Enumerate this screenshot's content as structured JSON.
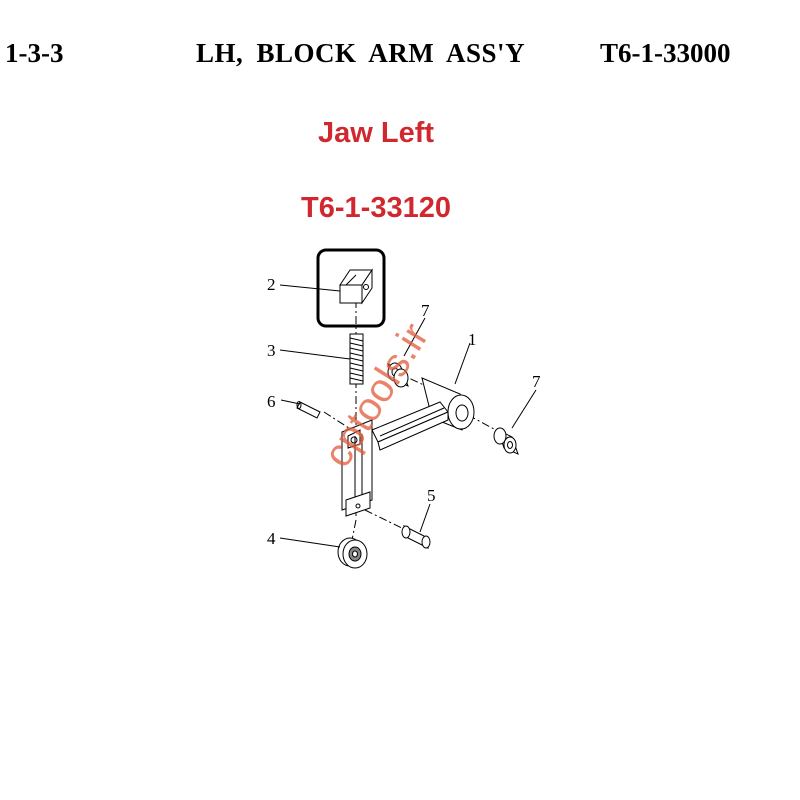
{
  "header": {
    "section": "1-3-3",
    "title": "LH,  BLOCK  ARM  ASS'Y",
    "part_number": "T6-1-33000"
  },
  "highlight": {
    "name": "Jaw Left",
    "part_number": "T6-1-33120",
    "color": "#d0282e"
  },
  "callouts": [
    "1",
    "2",
    "3",
    "4",
    "5",
    "6",
    "7",
    "7"
  ],
  "watermark": "cptools.ir"
}
